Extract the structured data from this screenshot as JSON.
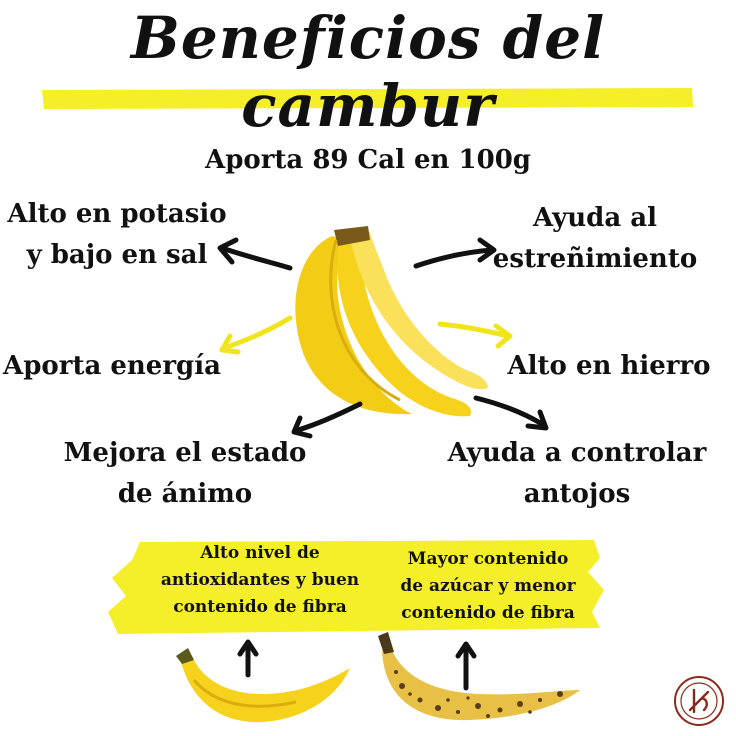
{
  "title": "Beneficios del cambur",
  "calories": "Aporta 89 Cal en 100g",
  "benefits": {
    "potasio": [
      "Alto en potasio",
      "y bajo en sal"
    ],
    "estrenimiento": [
      "Ayuda al",
      "estreñimiento"
    ],
    "energia": "Aporta energía",
    "hierro": "Alto en hierro",
    "animo": [
      "Mejora el estado",
      "de ánimo"
    ],
    "antojos": [
      "Ayuda a controlar",
      "antojos"
    ]
  },
  "ripeness": {
    "green": [
      "Alto nivel de",
      "antioxidantes y buen",
      "contenido de fibra"
    ],
    "ripe": [
      "Mayor contenido",
      "de azúcar y menor",
      "contenido de fibra"
    ]
  },
  "colors": {
    "highlight": "#f5ef2a",
    "banana": "#f7d21c",
    "text": "#111111",
    "logo": "#8b2a1c"
  },
  "icons": [
    "arrow-icon",
    "banana-bunch-image",
    "banana-image",
    "ripe-banana-image",
    "logo-icon"
  ]
}
